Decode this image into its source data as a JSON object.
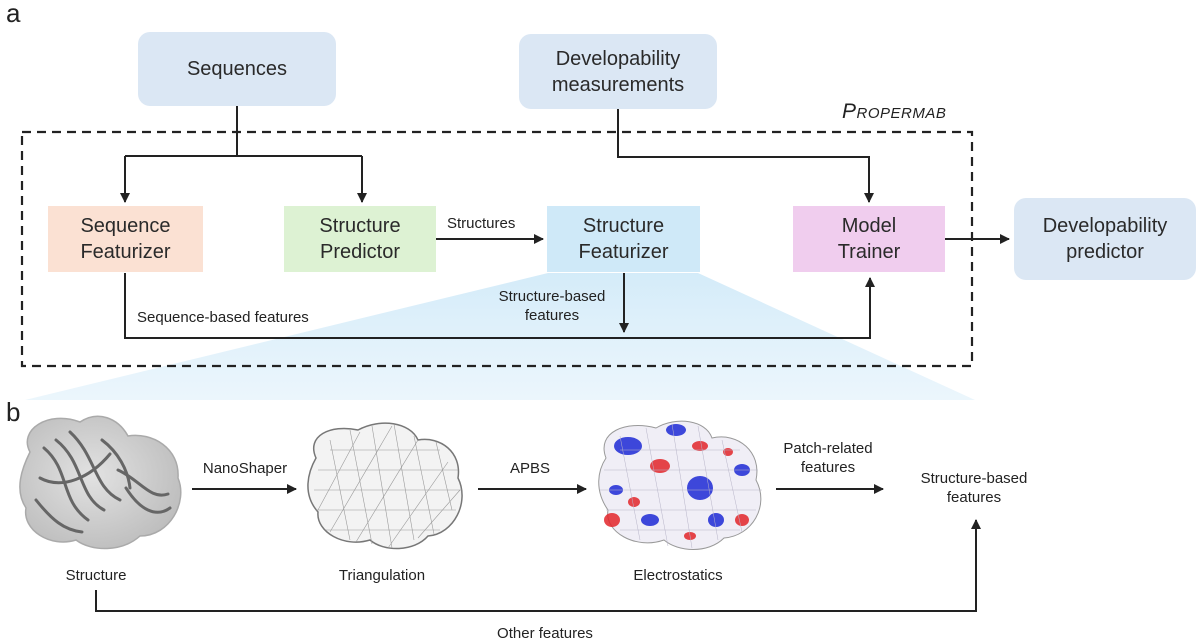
{
  "panel_a": {
    "letter": "a",
    "brand": "Propermab"
  },
  "panel_b": {
    "letter": "b"
  },
  "inputs": {
    "sequences": "Sequences",
    "measurements": "Developability\nmeasurements"
  },
  "modules": {
    "sequence_featurizer": "Sequence\nFeaturizer",
    "structure_predictor": "Structure\nPredictor",
    "structure_featurizer": "Structure\nFeaturizer",
    "model_trainer": "Model\nTrainer"
  },
  "output": {
    "predictor": "Developability\npredictor"
  },
  "edge_labels": {
    "structures": "Structures",
    "structure_based": "Structure-based\nfeatures",
    "sequence_based": "Sequence-based features"
  },
  "pipeline": {
    "structure": "Structure",
    "nanoshaper": "NanoShaper",
    "triangulation": "Triangulation",
    "apbs": "APBS",
    "electrostatics": "Electrostatics",
    "patch_features": "Patch-related\nfeatures",
    "structure_based": "Structure-based\nfeatures",
    "other_features": "Other features"
  },
  "colors": {
    "input_box": "#dbe7f4",
    "sequence_featurizer": "#fbe1d3",
    "structure_predictor": "#ddf2d3",
    "structure_featurizer": "#cfe9f8",
    "model_trainer": "#f0cdee"
  }
}
